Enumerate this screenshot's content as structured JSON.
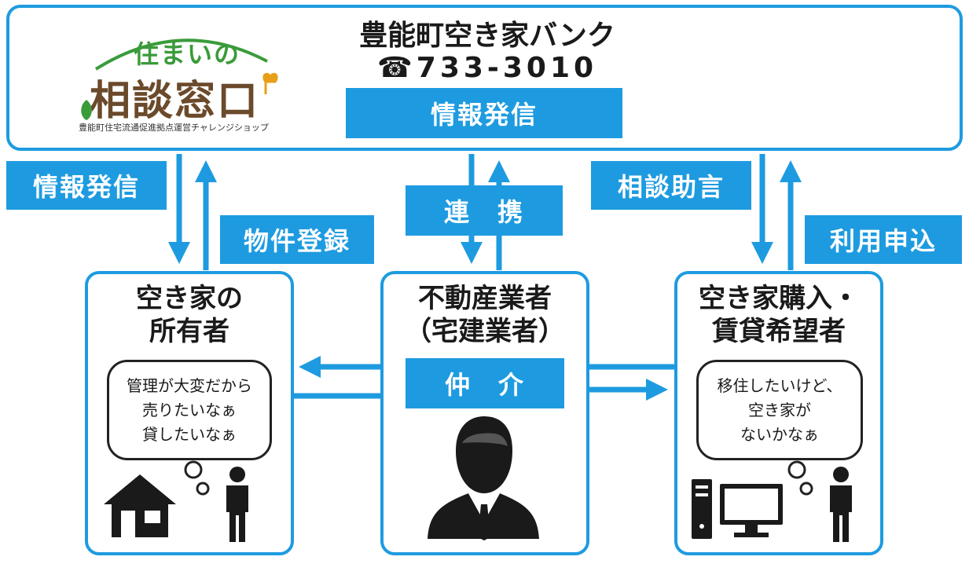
{
  "top": {
    "logo": {
      "upper": "住まいの",
      "lower": "相談窓口",
      "sub": "豊能町住宅流通促進拠点運営チャレンジショップ"
    },
    "title": "豊能町空き家バンク",
    "phone_icon": "☎",
    "phone": "733-3010",
    "badge": "情報発信"
  },
  "flows": {
    "left_down": "情報発信",
    "left_up": "物件登録",
    "center": "連　携",
    "right_down": "相談助言",
    "right_up": "利用申込"
  },
  "owner": {
    "title_line1": "空き家の",
    "title_line2": "所有者",
    "bubble": [
      "管理が大変だから",
      "売りたいなぁ",
      "貸したいなぁ"
    ]
  },
  "agent": {
    "title_line1": "不動産業者",
    "title_line2": "（宅建業者）",
    "badge": "仲　介"
  },
  "buyer": {
    "title_line1": "空き家購入・",
    "title_line2": "賃貸希望者",
    "bubble": [
      "移住したいけど、",
      "空き家が",
      "ないかなぁ"
    ]
  },
  "colors": {
    "accent": "#1e9be0",
    "logo_green": "#3a9b3a",
    "logo_brown": "#6b4a2b",
    "logo_orange": "#e8a019"
  }
}
